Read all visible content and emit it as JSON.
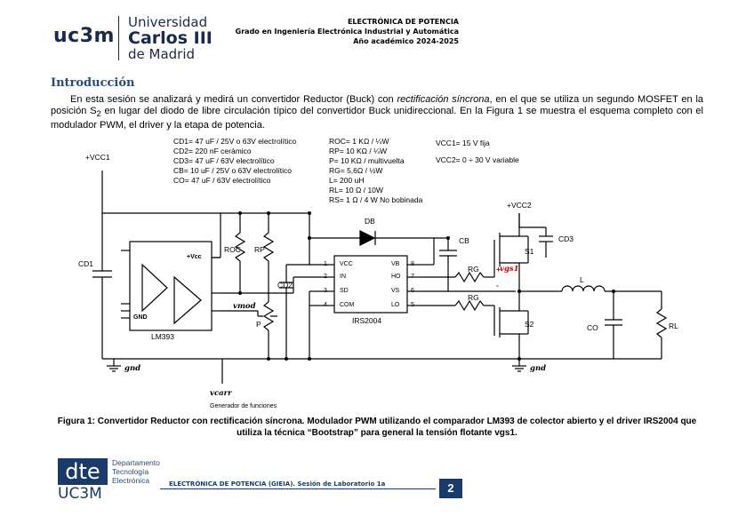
{
  "header": {
    "logo_uc3m": "uc3m",
    "logo_line1": "Universidad",
    "logo_line2": "Carlos III",
    "logo_line3": "de Madrid",
    "course": "ELECTRÓNICA DE POTENCIA",
    "degree": "Grado en Ingeniería Electrónica Industrial y Automática",
    "year": "Año académico 2024-2025"
  },
  "section": {
    "title": "Introducción",
    "para_a": "En esta sesión se analizará y medirá un convertidor Reductor (Buck) con ",
    "para_em": "rectificación síncrona",
    "para_b": ", en el que se utiliza un segundo MOSFET en la posición S",
    "para_sub": "2",
    "para_c": " en lugar del diodo de libre circulación típico del convertidor Buck unidireccional. En la Figura 1 se muestra el esquema completo con el modulador PWM, el driver y la etapa de potencia."
  },
  "figure": {
    "specs_caps": [
      "CD1= 47 uF / 25V o 63V electrolítico",
      "CD2= 220 nF cerámico",
      "CD3= 47 uF / 63V electrolítico",
      "CB= 10 uF / 25V o 63V electrolítico",
      "CO= 47 uF / 63V electrolítico"
    ],
    "specs_res": [
      "ROC= 1 KΩ / ¼W",
      "RP= 10 KΩ / ¼W",
      "P= 10 KΩ / multivuelta",
      "RG= 5,6Ω / ½W",
      "L= 200 uH",
      "RL= 10 Ω / 10W",
      "RS= 1 Ω / 4 W No bobinada"
    ],
    "specs_src": [
      "VCC1= 15 V fija",
      "VCC2= 0 ÷ 30 V variable"
    ],
    "labels": {
      "vcc1": "+VCC1",
      "vcc2": "+VCC2",
      "cd1": "CD1",
      "cd2": "CD2",
      "cd3": "CD3",
      "roc": "ROC",
      "rp": "RP",
      "db": "DB",
      "cb": "CB",
      "rg1": "RG",
      "rg2": "RG",
      "s1": "S1",
      "s2": "S2",
      "l": "L",
      "co": "CO",
      "rl": "RL",
      "p": "P",
      "vmod": "vmod",
      "vgs1": "vgs1",
      "vcarr": "vcarr",
      "gen": "Generador de funciones",
      "gnd1": "gnd",
      "gnd2": "gnd",
      "lm393": "LM393",
      "lm_vcc": "+Vcc",
      "lm_gnd": "GND",
      "irs": "IRS2004",
      "plus": "+",
      "minus": "-"
    },
    "irs_pins_left": [
      {
        "n": "1",
        "name": "VCC"
      },
      {
        "n": "2",
        "name": "IN"
      },
      {
        "n": "3",
        "name": "SD"
      },
      {
        "n": "4",
        "name": "COM"
      }
    ],
    "irs_pins_right": [
      {
        "n": "8",
        "name": "VB"
      },
      {
        "n": "7",
        "name": "HO"
      },
      {
        "n": "6",
        "name": "VS"
      },
      {
        "n": "5",
        "name": "LO"
      }
    ],
    "caption": "Figura 1: Convertidor Reductor con rectificación síncrona. Modulador PWM utilizando el comparador LM393 de colector abierto y el driver IRS2004 que utiliza la técnica “Bootstrap” para general la tensión flotante vgs1."
  },
  "footer": {
    "dte": "dte",
    "uc3m": "UC3M",
    "dept1": "Departamento",
    "dept2": "Tecnología",
    "dept3": "Electrónica",
    "text": "ELECTRÓNICA DE POTENCIA (GIEIA). Sesión de Laboratorio 1a",
    "page": "2"
  },
  "colors": {
    "brand": "#1a3a6a",
    "title": "#2a4a7a",
    "red": "#c00000"
  }
}
